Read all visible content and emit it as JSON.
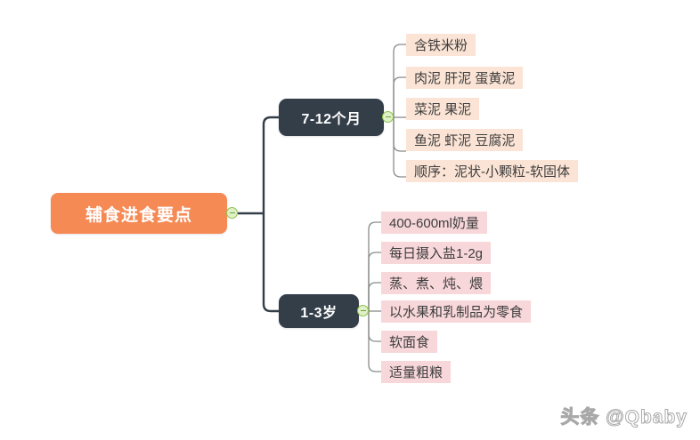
{
  "colors": {
    "root_bg": "#F58A55",
    "root_text": "#FFFFFF",
    "branch_bg": "#343E49",
    "branch_text": "#FFFFFF",
    "leaf_bg_top": "#FBE4D5",
    "leaf_bg_bottom": "#F8D7DA",
    "leaf_text": "#3D3D3D",
    "trunk_line": "#343E49",
    "sub_line": "#8A8A8A",
    "connector_dot_fill": "#DFF0C8",
    "connector_dot_border": "#8CC24A",
    "canvas_bg": "#FFFFFF"
  },
  "mindmap": {
    "root": {
      "label": "辅食进食要点"
    },
    "branches": [
      {
        "label": "7-12个月",
        "leaves": [
          {
            "label": "含铁米粉"
          },
          {
            "label": "肉泥 肝泥  蛋黄泥"
          },
          {
            "label": "菜泥 果泥"
          },
          {
            "label": "鱼泥 虾泥 豆腐泥"
          },
          {
            "label": "顺序：泥状-小颗粒-软固体"
          }
        ]
      },
      {
        "label": "1-3岁",
        "leaves": [
          {
            "label": "400-600ml奶量"
          },
          {
            "label": "每日摄入盐1-2g"
          },
          {
            "label": "蒸、煮、炖、煨"
          },
          {
            "label": "以水果和乳制品为零食"
          },
          {
            "label": "软面食"
          },
          {
            "label": "适量粗粮"
          }
        ]
      }
    ]
  },
  "watermark": {
    "text": "头条 @Qbaby"
  },
  "icons": {
    "collapse_dot": "collapse-toggle-icon"
  }
}
